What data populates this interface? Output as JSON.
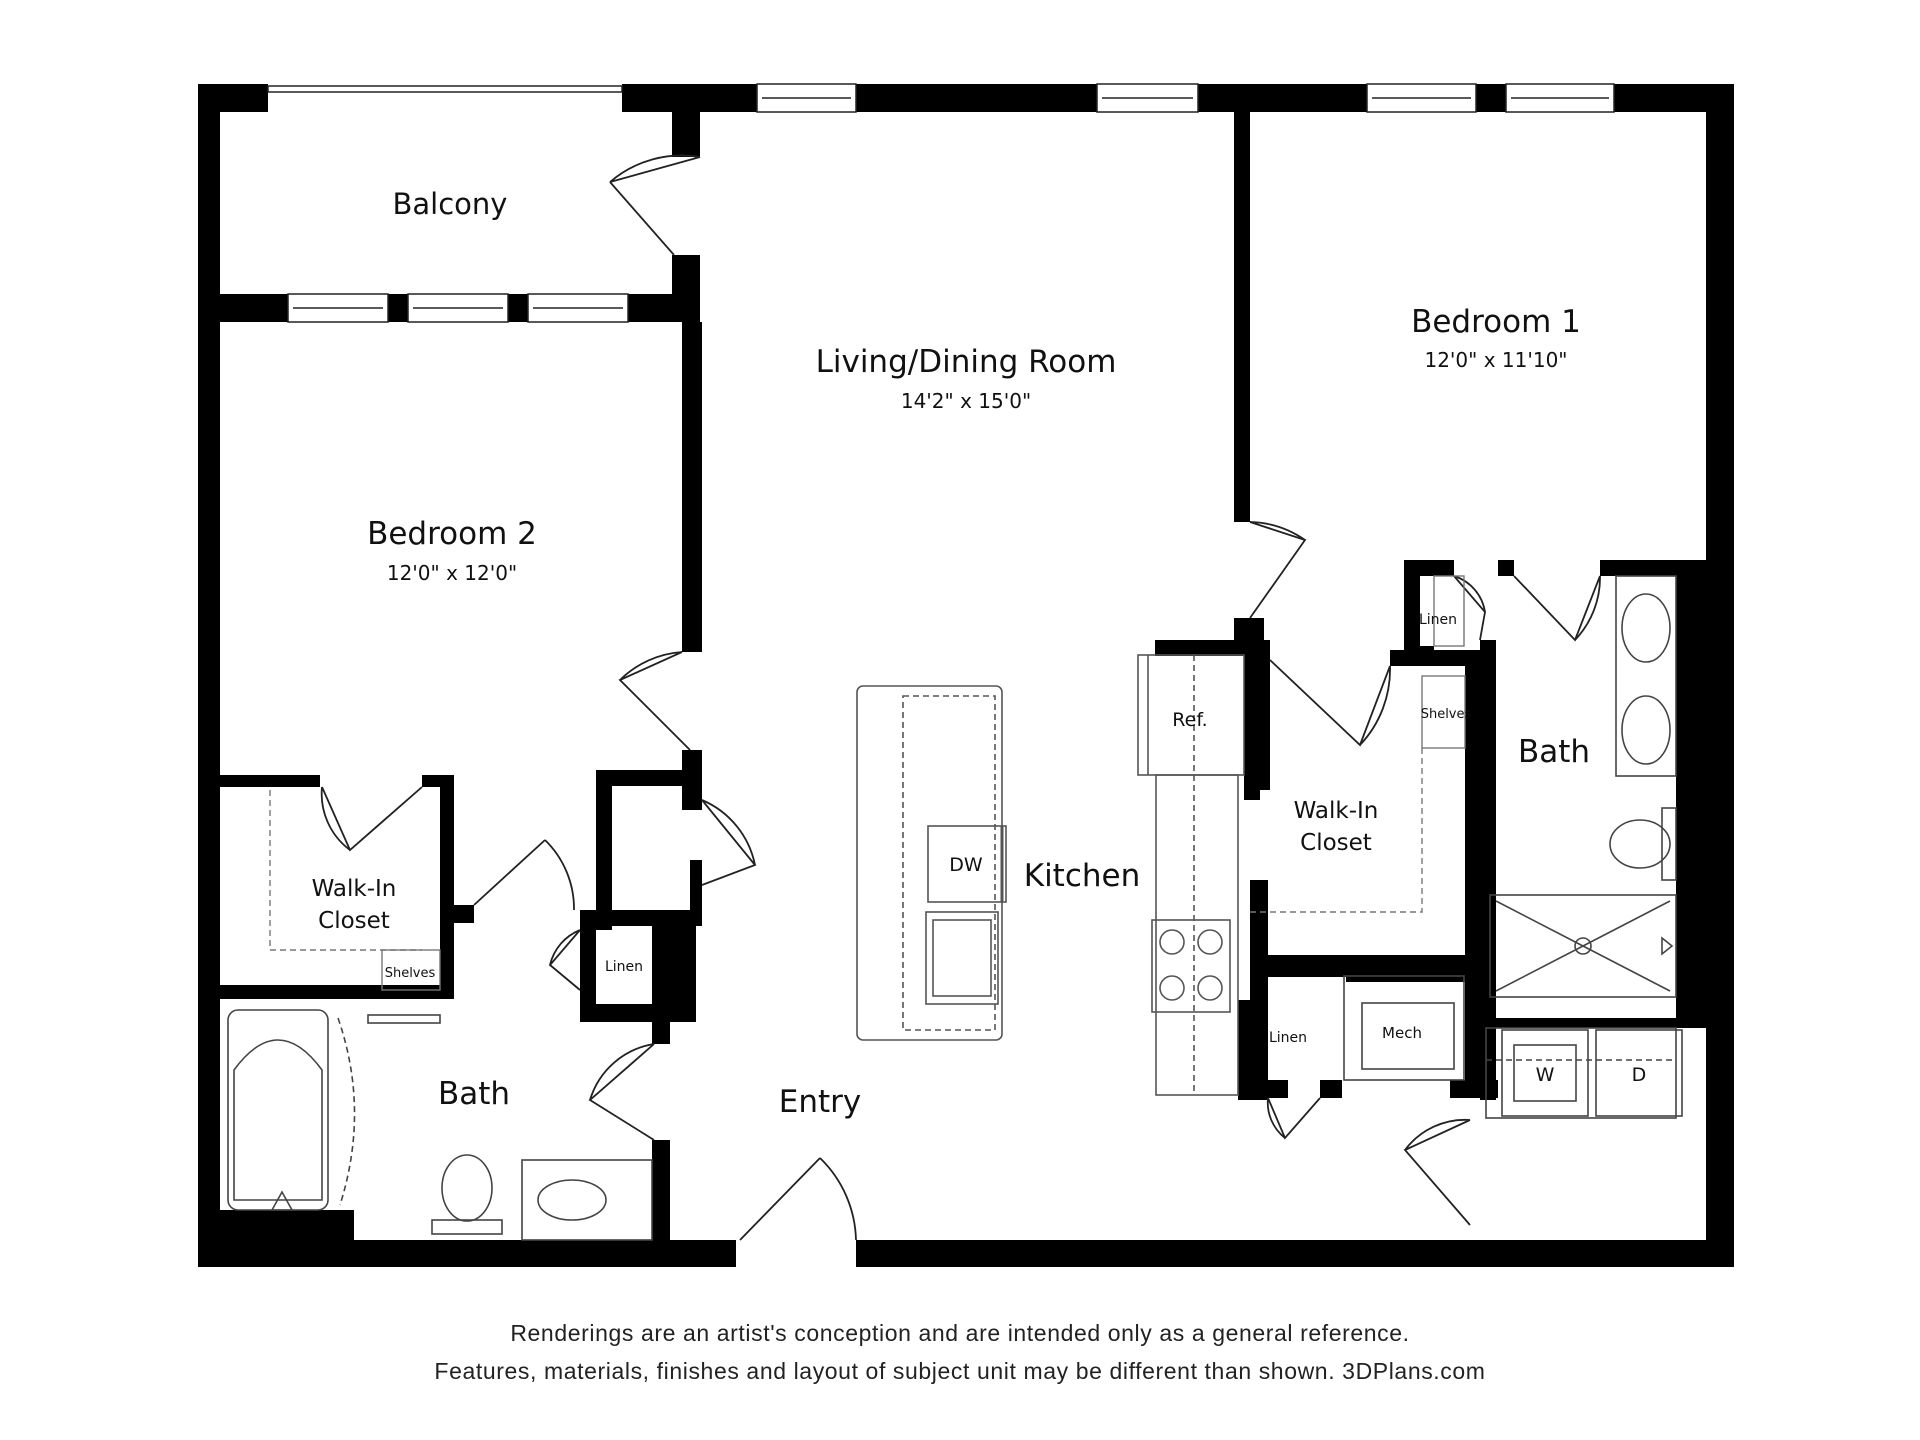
{
  "rooms": {
    "balcony": {
      "name": "Balcony"
    },
    "living": {
      "name": "Living/Dining Room",
      "dims": "14'2\" x 15'0\""
    },
    "bedroom1": {
      "name": "Bedroom 1",
      "dims": "12'0\" x 11'10\""
    },
    "bedroom2": {
      "name": "Bedroom 2",
      "dims": "12'0\" x 12'0\""
    },
    "kitchen": {
      "name": "Kitchen"
    },
    "entry": {
      "name": "Entry"
    },
    "bath_left": {
      "name": "Bath"
    },
    "bath_right": {
      "name": "Bath"
    },
    "closet_left": {
      "line1": "Walk-In",
      "line2": "Closet"
    },
    "closet_right": {
      "line1": "Walk-In",
      "line2": "Closet"
    }
  },
  "fixtures": {
    "ref": "Ref.",
    "dw": "DW",
    "linen_center": "Linen",
    "linen_right_top": "Linen",
    "linen_right_bottom": "Linen",
    "shelves_left": "Shelves",
    "shelves_right": "Shelves",
    "mech": "Mech",
    "washer": "W",
    "dryer": "D"
  },
  "disclaimer": {
    "line1": "Renderings are an artist's conception and are intended only as a general reference.",
    "line2": "Features, materials, finishes and layout of subject unit may be different than shown. 3DPlans.com"
  },
  "colors": {
    "wall": "#000000",
    "background": "#ffffff",
    "fixture_line": "#555555"
  }
}
